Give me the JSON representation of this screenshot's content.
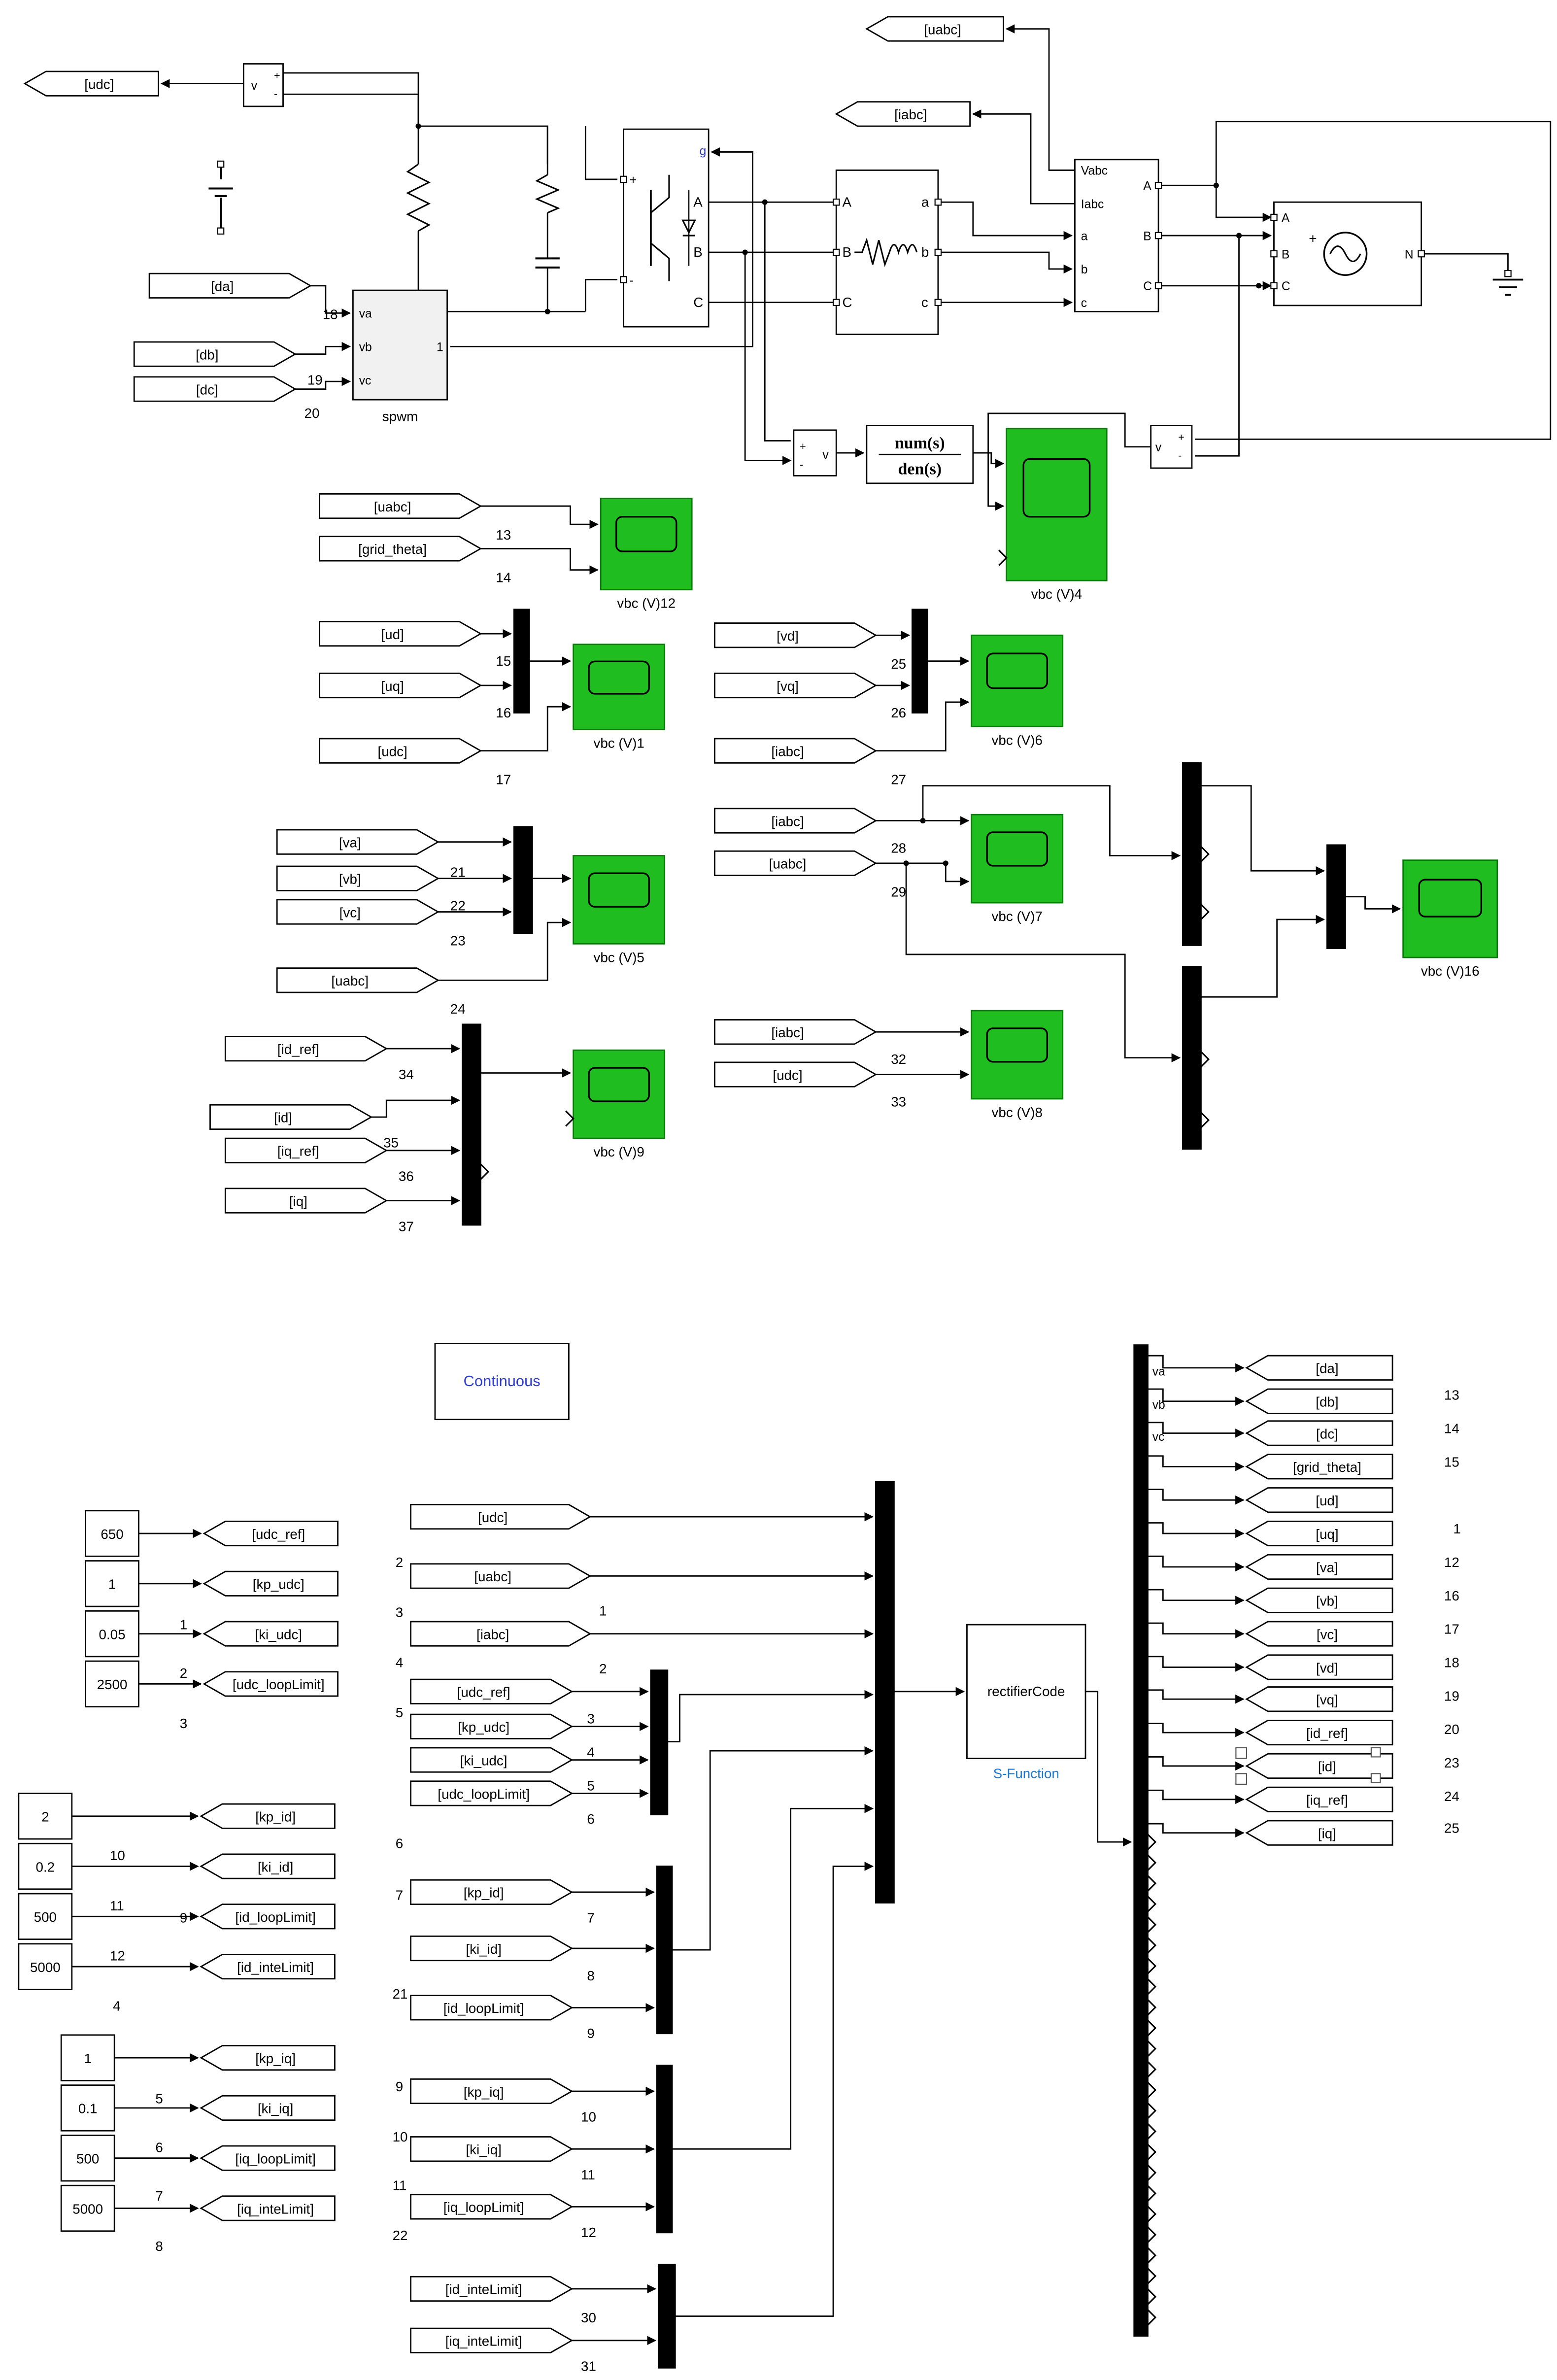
{
  "diagram": {
    "power": {
      "spwm": {
        "name": "spwm",
        "ports": [
          "va",
          "vb",
          "vc"
        ],
        "out": "1",
        "num_a": "18",
        "num_c": "19",
        "num_below": "20"
      },
      "from_tags": [
        "[da]",
        "[db]",
        "[dc]"
      ],
      "goto_top": [
        "[udc]",
        "[uabc]",
        "[iabc]"
      ],
      "vm_ports": [
        "v",
        "+",
        "-"
      ],
      "bridge": {
        "g": "g",
        "a": "A",
        "b": "B",
        "c": "C"
      },
      "rl": {
        "A": "A",
        "B": "B",
        "C": "C",
        "a": "a",
        "b": "b",
        "c": "c"
      },
      "vim": {
        "vabc": "Vabc",
        "iabc": "Iabc",
        "a": "a",
        "b": "b",
        "c": "c",
        "A": "A",
        "B": "B",
        "C": "C"
      },
      "source": {
        "A": "A",
        "B": "B",
        "C": "C",
        "N": "N"
      },
      "tf": {
        "num": "num(s)",
        "den": "den(s)"
      },
      "scope4": "vbc (V)4"
    },
    "scopes": [
      {
        "title": "vbc (V)12",
        "inputs": [
          "[uabc]",
          "[grid_theta]"
        ],
        "nums": [
          "13",
          "14"
        ]
      },
      {
        "title": "vbc (V)1",
        "inputs": [
          "[ud]",
          "[uq]",
          "[udc]"
        ],
        "nums": [
          "15",
          "16",
          "17"
        ]
      },
      {
        "title": "vbc (V)5",
        "inputs": [
          "[va]",
          "[vb]",
          "[vc]",
          "[uabc]"
        ],
        "nums": [
          "21",
          "22",
          "23",
          "24"
        ]
      },
      {
        "title": "vbc (V)9",
        "inputs": [
          "[id_ref]",
          "[id]",
          "[iq_ref]",
          "[iq]"
        ],
        "nums": [
          "34",
          "35",
          "36",
          "37"
        ]
      },
      {
        "title": "vbc (V)6",
        "inputs": [
          "[vd]",
          "[vq]",
          "[iabc]"
        ],
        "nums": [
          "25",
          "26",
          "27"
        ]
      },
      {
        "title": "vbc (V)7",
        "inputs": [
          "[iabc]",
          "[uabc]"
        ],
        "nums": [
          "28",
          "29"
        ]
      },
      {
        "title": "vbc (V)16",
        "inputs": [],
        "nums": []
      },
      {
        "title": "vbc (V)8",
        "inputs": [
          "[iabc]",
          "[udc]"
        ],
        "nums": [
          "32",
          "33"
        ]
      }
    ],
    "powergui": "Continuous",
    "constants": {
      "g1": {
        "values": [
          "650",
          "1",
          "0.05",
          "2500"
        ],
        "tags": [
          "[udc_ref]",
          "[kp_udc]",
          "[ki_udc]",
          "[udc_loopLimit]"
        ],
        "nums": [
          "1",
          "2"
        ],
        "label": "3"
      },
      "g2": {
        "values": [
          "2",
          "0.2",
          "500",
          "5000"
        ],
        "tags": [
          "[kp_id]",
          "[ki_id]",
          "[id_loopLimit]",
          "[id_inteLimit]"
        ],
        "nums": [
          "10",
          "11",
          "9",
          "12"
        ],
        "label": "4"
      },
      "g3": {
        "values": [
          "1",
          "0.1",
          "500",
          "5000"
        ],
        "tags": [
          "[kp_iq]",
          "[ki_iq]",
          "[iq_loopLimit]",
          "[iq_inteLimit]"
        ],
        "nums": [
          "5",
          "6",
          "7"
        ],
        "label": "8"
      }
    },
    "mux_inputs": {
      "main": {
        "tags": [
          "[udc]",
          "[uabc]",
          "[iabc]"
        ],
        "left_nums": [
          "2",
          "3",
          "4"
        ],
        "right_nums": [
          "1",
          "2"
        ]
      },
      "udc": {
        "tags": [
          "[udc_ref]",
          "[kp_udc]",
          "[ki_udc]",
          "[udc_loopLimit]"
        ],
        "left_nums": [
          "5"
        ],
        "right_nums": [
          "3",
          "4",
          "5",
          "6"
        ],
        "below": "6"
      },
      "id": {
        "tags": [
          "[kp_id]",
          "[ki_id]",
          "[id_loopLimit]"
        ],
        "left_nums": [
          "7",
          "21"
        ],
        "right_nums": [
          "7",
          "8",
          "9"
        ]
      },
      "iq": {
        "tags": [
          "[kp_iq]",
          "[ki_iq]",
          "[iq_loopLimit]"
        ],
        "left_nums": [
          "9",
          "10",
          "11",
          "22"
        ],
        "right_nums": [
          "10",
          "11",
          "12"
        ]
      },
      "inte": {
        "tags": [
          "[id_inteLimit]",
          "[iq_inteLimit]"
        ],
        "right_nums": [
          "30",
          "31"
        ]
      }
    },
    "sfunction": {
      "name": "rectifierCode",
      "label": "S-Function"
    },
    "demux_outputs": {
      "ports": [
        "va",
        "vb",
        "vc"
      ],
      "tags": [
        "[da]",
        "[db]",
        "[dc]",
        "[grid_theta]",
        "[ud]",
        "[uq]",
        "[va]",
        "[vb]",
        "[vc]",
        "[vd]",
        "[vq]",
        "[id_ref]",
        "[id]",
        "[iq_ref]",
        "[iq]"
      ],
      "nums": [
        "13",
        "14",
        "15",
        "1",
        "12",
        "16",
        "17",
        "18",
        "19",
        "20",
        "23",
        "24",
        "25"
      ]
    }
  }
}
